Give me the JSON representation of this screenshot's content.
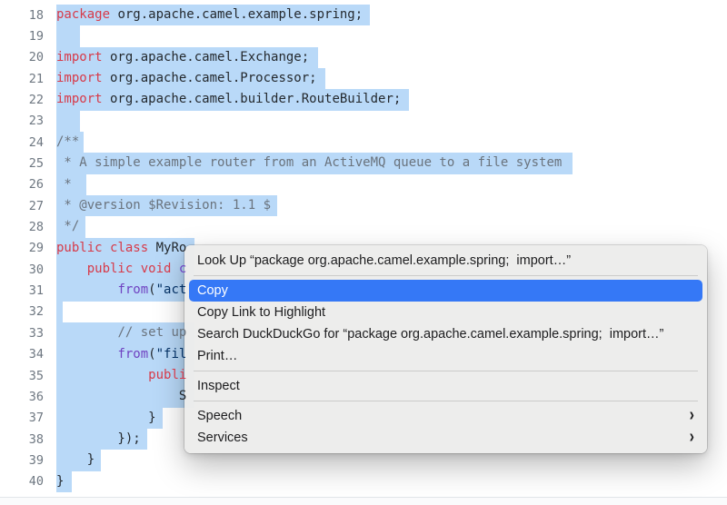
{
  "code_viewer": {
    "selection_color": "#b9d9f8",
    "gutter_color": "#6e7781",
    "syntax_colors": {
      "keyword": "#d73a49",
      "plain": "#24292e",
      "comment": "#6a737d",
      "function": "#6f42c1",
      "string": "#032f62"
    },
    "lines": [
      {
        "num": "18",
        "sel_w": 345,
        "segments": [
          [
            "keyword",
            "package"
          ],
          [
            "plain",
            " org.apache.camel.example.spring;"
          ]
        ]
      },
      {
        "num": "19",
        "sel_w": 26,
        "segments": []
      },
      {
        "num": "20",
        "sel_w": 288,
        "segments": [
          [
            "keyword",
            "import"
          ],
          [
            "plain",
            " org.apache.camel.Exchange;"
          ]
        ]
      },
      {
        "num": "21",
        "sel_w": 296,
        "segments": [
          [
            "keyword",
            "import"
          ],
          [
            "plain",
            " org.apache.camel.Processor;"
          ]
        ]
      },
      {
        "num": "22",
        "sel_w": 388,
        "segments": [
          [
            "keyword",
            "import"
          ],
          [
            "plain",
            " org.apache.camel.builder.RouteBuilder;"
          ]
        ]
      },
      {
        "num": "23",
        "sel_w": 26,
        "segments": []
      },
      {
        "num": "24",
        "sel_w": 30,
        "segments": [
          [
            "comment",
            "/**"
          ]
        ]
      },
      {
        "num": "25",
        "sel_w": 568,
        "segments": [
          [
            "comment",
            " * A simple example router from an ActiveMQ queue to a file system"
          ]
        ]
      },
      {
        "num": "26",
        "sel_w": 33,
        "segments": [
          [
            "comment",
            " *"
          ]
        ]
      },
      {
        "num": "27",
        "sel_w": 243,
        "segments": [
          [
            "comment",
            " * @version $Revision: 1.1 $"
          ]
        ]
      },
      {
        "num": "28",
        "sel_w": 32,
        "segments": [
          [
            "comment",
            " */"
          ]
        ]
      },
      {
        "num": "29",
        "sel_w": 152,
        "segments": [
          [
            "keyword",
            "public"
          ],
          [
            "plain",
            " "
          ],
          [
            "keyword",
            "class"
          ],
          [
            "plain",
            " MyRo"
          ]
        ]
      },
      {
        "num": "30",
        "sel_w": 152,
        "segments": [
          [
            "plain",
            "    "
          ],
          [
            "keyword",
            "public"
          ],
          [
            "plain",
            " "
          ],
          [
            "keyword",
            "void"
          ],
          [
            "plain",
            " "
          ],
          [
            "function",
            "c"
          ]
        ]
      },
      {
        "num": "31",
        "sel_w": 152,
        "segments": [
          [
            "plain",
            "        "
          ],
          [
            "function",
            "from"
          ],
          [
            "plain",
            "("
          ],
          [
            "string",
            "\"act"
          ]
        ]
      },
      {
        "num": "32",
        "sel_w": 7,
        "segments": []
      },
      {
        "num": "33",
        "sel_w": 152,
        "segments": [
          [
            "plain",
            "        "
          ],
          [
            "comment",
            "// set up"
          ]
        ]
      },
      {
        "num": "34",
        "sel_w": 152,
        "segments": [
          [
            "plain",
            "        "
          ],
          [
            "function",
            "from"
          ],
          [
            "plain",
            "("
          ],
          [
            "string",
            "\"fil"
          ]
        ]
      },
      {
        "num": "35",
        "sel_w": 152,
        "segments": [
          [
            "plain",
            "            "
          ],
          [
            "keyword",
            "publi"
          ]
        ]
      },
      {
        "num": "36",
        "sel_w": 152,
        "segments": [
          [
            "plain",
            "                S"
          ]
        ]
      },
      {
        "num": "37",
        "sel_w": 117,
        "segments": [
          [
            "plain",
            "            }"
          ]
        ]
      },
      {
        "num": "38",
        "sel_w": 100,
        "segments": [
          [
            "plain",
            "        });"
          ]
        ]
      },
      {
        "num": "39",
        "sel_w": 49,
        "segments": [
          [
            "plain",
            "    }"
          ]
        ]
      },
      {
        "num": "40",
        "sel_w": 17,
        "segments": [
          [
            "plain",
            "}"
          ]
        ]
      }
    ]
  },
  "context_menu": {
    "background": "#ececec",
    "highlight_color": "#3578f6",
    "items": [
      {
        "id": "look-up",
        "label": "Look Up “package org.apache.camel.example.spring;  import…”"
      },
      {
        "separator": true
      },
      {
        "id": "copy",
        "label": "Copy",
        "highlighted": true
      },
      {
        "id": "copy-link-to-highlight",
        "label": "Copy Link to Highlight"
      },
      {
        "id": "search-duckduckgo",
        "label": "Search DuckDuckGo for “package org.apache.camel.example.spring;  import…”"
      },
      {
        "id": "print",
        "label": "Print…"
      },
      {
        "separator": true
      },
      {
        "id": "inspect",
        "label": "Inspect"
      },
      {
        "separator": true
      },
      {
        "id": "speech",
        "label": "Speech",
        "submenu": true
      },
      {
        "id": "services",
        "label": "Services",
        "submenu": true
      }
    ]
  }
}
